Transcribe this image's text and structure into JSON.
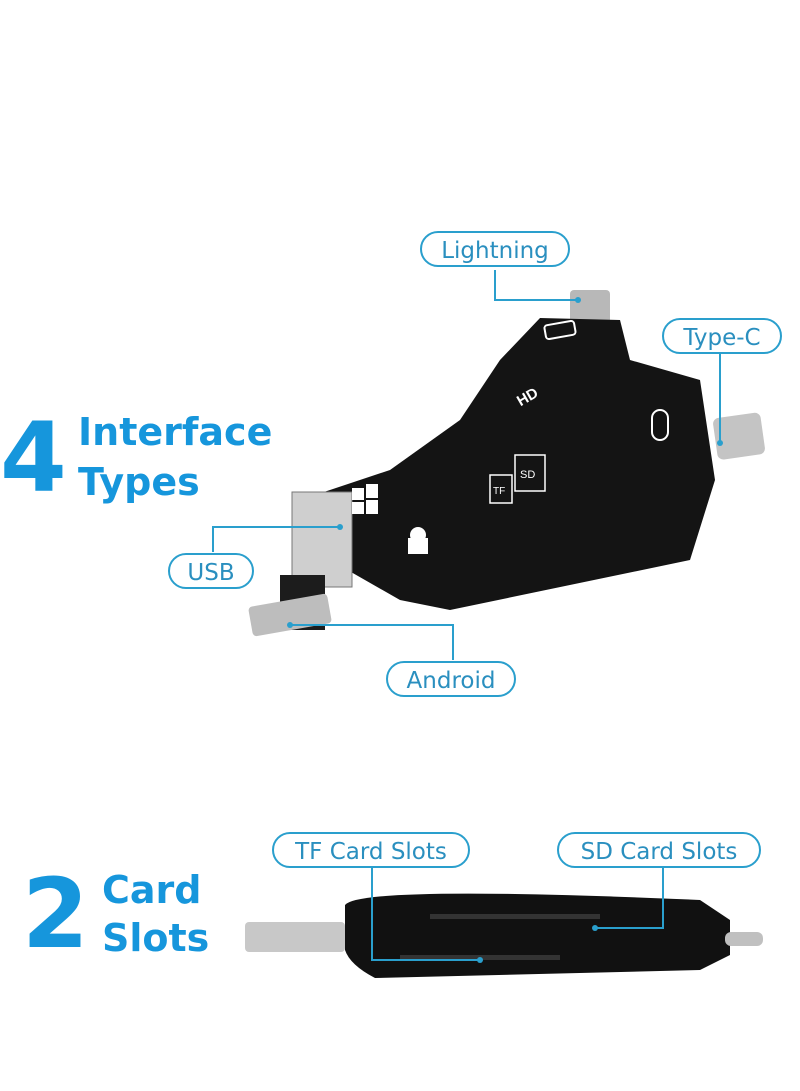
{
  "section1": {
    "number": "4",
    "line1": "Interface",
    "line2": "Types"
  },
  "section2": {
    "number": "2",
    "line1": "Card",
    "line2": "Slots"
  },
  "labels": {
    "lightning": "Lightning",
    "type_c": "Type-C",
    "usb": "USB",
    "android": "Android",
    "tf_slots": "TF Card Slots",
    "sd_slots": "SD Card Slots"
  },
  "device_marks": {
    "hd": "HD",
    "tf": "TF",
    "sd": "SD"
  },
  "colors": {
    "accent": "#1696dc",
    "label": "#2a9fcd",
    "device": "#111111"
  }
}
